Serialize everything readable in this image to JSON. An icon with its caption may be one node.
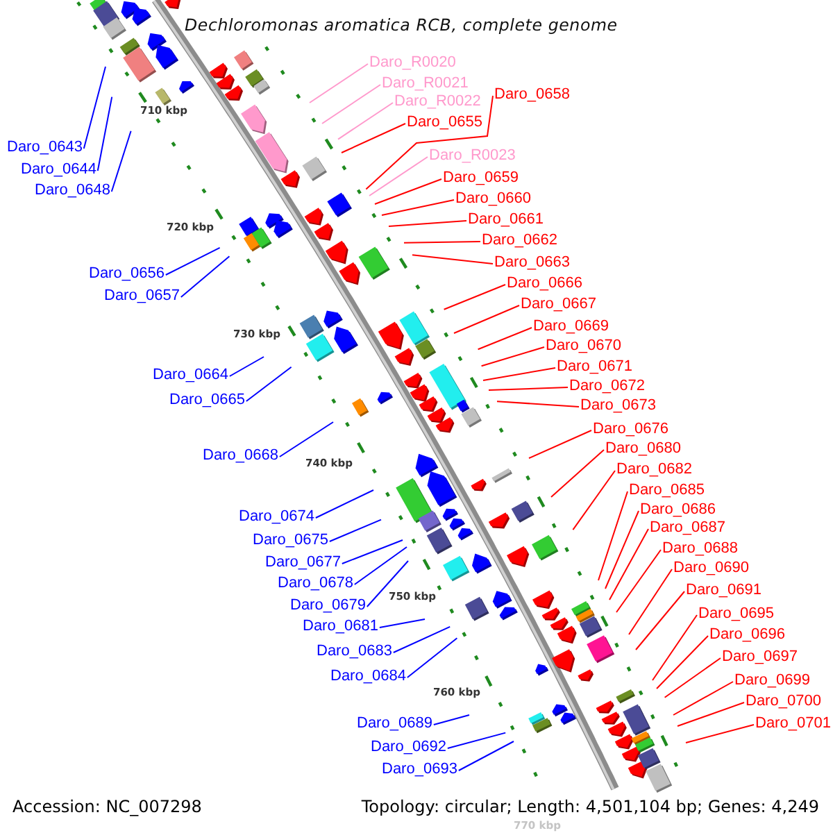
{
  "diagram": {
    "title": "Dechloromonas aromatica RCB, complete genome",
    "nodes": [
      {
        "text": [
          "Daro_0643"
        ]
      },
      {
        "text": [
          "Daro_0644"
        ]
      },
      {
        "text": [
          "Daro_0648"
        ]
      },
      {
        "text": [
          "Daro_0656"
        ]
      },
      {
        "text": [
          "Daro_0657"
        ]
      },
      {
        "text": [
          "Daro_0664"
        ]
      },
      {
        "text": [
          "Daro_0665"
        ]
      },
      {
        "text": [
          "Daro_0668"
        ]
      },
      {
        "text": [
          "Daro_0674"
        ]
      },
      {
        "text": [
          "Daro_0675"
        ]
      },
      {
        "text": [
          "Daro_0677"
        ]
      },
      {
        "text": [
          "Daro_0678"
        ]
      },
      {
        "text": [
          "Daro_0679"
        ]
      },
      {
        "text": [
          "Daro_0681"
        ]
      },
      {
        "text": [
          "Daro_0683"
        ]
      },
      {
        "text": [
          "Daro_0684"
        ]
      },
      {
        "text": [
          "Daro_0689"
        ]
      },
      {
        "text": [
          "Daro_0692"
        ]
      },
      {
        "text": [
          "Daro_0693"
        ]
      },
      {
        "text": [
          "Daro_R0020"
        ]
      },
      {
        "text": [
          "Daro_R0021"
        ]
      },
      {
        "text": [
          "Daro_R0022"
        ]
      },
      {
        "text": [
          "Daro_0658"
        ]
      },
      {
        "text": [
          "Daro_0655"
        ]
      },
      {
        "text": [
          "Daro_R0023"
        ]
      },
      {
        "text": [
          "Daro_0659"
        ]
      },
      {
        "text": [
          "Daro_0660"
        ]
      },
      {
        "text": [
          "Daro_0661"
        ]
      },
      {
        "text": [
          "Daro_0662"
        ]
      },
      {
        "text": [
          "Daro_0663"
        ]
      },
      {
        "text": [
          "Daro_0666"
        ]
      },
      {
        "text": [
          "Daro_0667"
        ]
      },
      {
        "text": [
          "Daro_0669"
        ]
      },
      {
        "text": [
          "Daro_0670"
        ]
      },
      {
        "text": [
          "Daro_0671"
        ]
      },
      {
        "text": [
          "Daro_0672"
        ]
      },
      {
        "text": [
          "Daro_0673"
        ]
      },
      {
        "text": [
          "Daro_0676"
        ]
      },
      {
        "text": [
          "Daro_0680"
        ]
      },
      {
        "text": [
          "Daro_0682"
        ]
      },
      {
        "text": [
          "Daro_0685"
        ]
      },
      {
        "text": [
          "Daro_0686"
        ]
      },
      {
        "text": [
          "Daro_0687"
        ]
      },
      {
        "text": [
          "Daro_0688"
        ]
      },
      {
        "text": [
          "Daro_0690"
        ]
      },
      {
        "text": [
          "Daro_0691"
        ]
      },
      {
        "text": [
          "Daro_0695"
        ]
      },
      {
        "text": [
          "Daro_0696"
        ]
      },
      {
        "text": [
          "Daro_0697"
        ]
      },
      {
        "text": [
          "Daro_0699"
        ]
      },
      {
        "text": [
          "Daro_0700"
        ]
      },
      {
        "text": [
          "Daro_0701"
        ]
      }
    ],
    "edges": [
      {
        "from": 0,
        "to": null,
        "arrow": "none",
        "color": "#0000ff"
      },
      {
        "from": 1,
        "to": null,
        "arrow": "none",
        "color": "#0000ff"
      },
      {
        "from": 2,
        "to": null,
        "arrow": "none",
        "color": "#0000ff"
      },
      {
        "from": 3,
        "to": null,
        "arrow": "none",
        "color": "#0000ff"
      },
      {
        "from": 4,
        "to": null,
        "arrow": "none",
        "color": "#0000ff"
      },
      {
        "from": 5,
        "to": null,
        "arrow": "none",
        "color": "#0000ff"
      },
      {
        "from": 6,
        "to": null,
        "arrow": "none",
        "color": "#0000ff"
      },
      {
        "from": 7,
        "to": null,
        "arrow": "none",
        "color": "#0000ff"
      },
      {
        "from": 8,
        "to": null,
        "arrow": "none",
        "color": "#0000ff"
      },
      {
        "from": 9,
        "to": null,
        "arrow": "none",
        "color": "#0000ff"
      },
      {
        "from": 10,
        "to": null,
        "arrow": "none",
        "color": "#0000ff"
      },
      {
        "from": 11,
        "to": null,
        "arrow": "none",
        "color": "#0000ff"
      },
      {
        "from": 12,
        "to": null,
        "arrow": "none",
        "color": "#0000ff"
      },
      {
        "from": 13,
        "to": null,
        "arrow": "none",
        "color": "#0000ff"
      },
      {
        "from": 14,
        "to": null,
        "arrow": "none",
        "color": "#0000ff"
      },
      {
        "from": 15,
        "to": null,
        "arrow": "none",
        "color": "#0000ff"
      },
      {
        "from": 16,
        "to": null,
        "arrow": "none",
        "color": "#0000ff"
      },
      {
        "from": 17,
        "to": null,
        "arrow": "none",
        "color": "#0000ff"
      },
      {
        "from": 18,
        "to": null,
        "arrow": "none",
        "color": "#0000ff"
      },
      {
        "from": 19,
        "to": null,
        "arrow": "none",
        "color": "#ff99cc"
      },
      {
        "from": 20,
        "to": null,
        "arrow": "none",
        "color": "#ff99cc"
      },
      {
        "from": 21,
        "to": null,
        "arrow": "none",
        "color": "#ff99cc"
      },
      {
        "from": 22,
        "to": null,
        "arrow": "none"
      },
      {
        "from": 23,
        "to": null,
        "arrow": "none"
      },
      {
        "from": 24,
        "to": null,
        "arrow": "none",
        "color": "#ff99cc"
      },
      {
        "from": 25,
        "to": null,
        "arrow": "none"
      },
      {
        "from": 26,
        "to": null,
        "arrow": "none"
      },
      {
        "from": 27,
        "to": null,
        "arrow": "none"
      },
      {
        "from": 28,
        "to": null,
        "arrow": "none"
      },
      {
        "from": 29,
        "to": null,
        "arrow": "none"
      },
      {
        "from": 30,
        "to": null,
        "arrow": "none"
      },
      {
        "from": 31,
        "to": null,
        "arrow": "none"
      },
      {
        "from": 32,
        "to": null,
        "arrow": "none"
      },
      {
        "from": 33,
        "to": null,
        "arrow": "none"
      },
      {
        "from": 34,
        "to": null,
        "arrow": "none"
      },
      {
        "from": 35,
        "to": null,
        "arrow": "none"
      },
      {
        "from": 36,
        "to": null,
        "arrow": "none"
      },
      {
        "from": 37,
        "to": null,
        "arrow": "none"
      },
      {
        "from": 38,
        "to": null,
        "arrow": "none"
      },
      {
        "from": 39,
        "to": null,
        "arrow": "none"
      },
      {
        "from": 40,
        "to": null,
        "arrow": "none"
      },
      {
        "from": 41,
        "to": null,
        "arrow": "none"
      },
      {
        "from": 42,
        "to": null,
        "arrow": "none"
      },
      {
        "from": 43,
        "to": null,
        "arrow": "none"
      },
      {
        "from": 44,
        "to": null,
        "arrow": "none"
      },
      {
        "from": 45,
        "to": null,
        "arrow": "none"
      },
      {
        "from": 46,
        "to": null,
        "arrow": "none"
      },
      {
        "from": 47,
        "to": null,
        "arrow": "none"
      },
      {
        "from": 48,
        "to": null,
        "arrow": "none"
      },
      {
        "from": 49,
        "to": null,
        "arrow": "none"
      },
      {
        "from": 50,
        "to": null,
        "arrow": "none"
      },
      {
        "from": 51,
        "to": null,
        "arrow": "none"
      }
    ],
    "labels": [
      "710 kbp",
      "720 kbp",
      "730 kbp",
      "740 kbp",
      "750 kbp",
      "760 kbp",
      "770 kbp",
      "Accession: NC_007298",
      "Topology: circular; Length: 4,501,104 bp; Genes: 4,249"
    ]
  }
}
